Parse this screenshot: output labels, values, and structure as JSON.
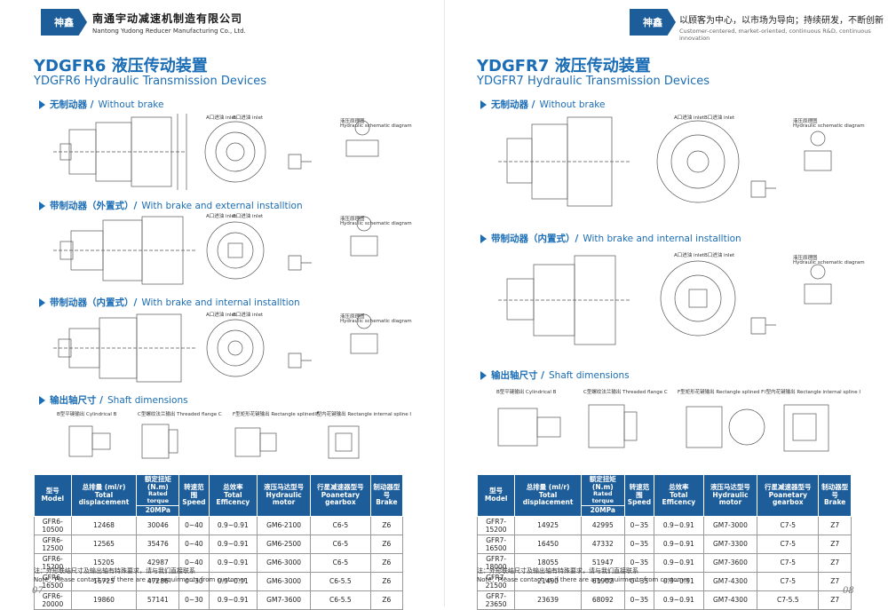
{
  "left": {
    "logo_text": "神鑫",
    "company_cn": "南通宇动减速机制造有限公司",
    "company_en": "Nantong Yudong Reducer Manufacturing Co., Ltd.",
    "title": "YDGFR6 液压传动装置",
    "subtitle": "YDGFR6 Hydraulic Transmission Devices",
    "sections": [
      {
        "cn": "无制动器 /",
        "en": " Without brake"
      },
      {
        "cn": "带制动器（外置式）/",
        "en": " With brake and external installtion"
      },
      {
        "cn": "带制动器（内置式）/",
        "en": " With brake and internal installtion"
      },
      {
        "cn": "输出轴尺寸 /",
        "en": " Shaft dimensions"
      }
    ],
    "drawing_labels": {
      "a_inlet": "A口进油 inlet",
      "b_inlet": "B口进油 inlet",
      "schematic_cn": "液压原理图",
      "schematic_en": "Hydraulic schematic diagram"
    },
    "shaft_labels": [
      "B型平键输出 Cylindrical B",
      "C型螺纹法兰输出 Threaded flange C",
      "F型矩形花键输出 Rectangle splined F",
      "I型内花键输出 Rectangle internal spline I"
    ],
    "table": {
      "headers": [
        {
          "cn": "型号",
          "en": "Model"
        },
        {
          "cn": "总排量 (ml/r)",
          "en": "Total displacement"
        },
        {
          "cn": "额定扭矩 (N.m)",
          "en": "Rated torque",
          "sub": "20MPa"
        },
        {
          "cn": "转速范围",
          "en": "Speed"
        },
        {
          "cn": "总效率",
          "en": "Total Efficency"
        },
        {
          "cn": "液压马达型号",
          "en": "Hydraulic motor"
        },
        {
          "cn": "行星减速器型号",
          "en": "Poanetary gearbox"
        },
        {
          "cn": "制动器型号",
          "en": "Brake"
        }
      ],
      "rows": [
        [
          "GFR6-10500",
          "12468",
          "30046",
          "0~40",
          "0.9~0.91",
          "GM6-2100",
          "C6-5",
          "Z6"
        ],
        [
          "GFR6-12500",
          "12565",
          "35476",
          "0~40",
          "0.9~0.91",
          "GM6-2500",
          "C6-5",
          "Z6"
        ],
        [
          "GFR6-15200",
          "15205",
          "42987",
          "0~40",
          "0.9~0.91",
          "GM6-3000",
          "C6-5",
          "Z6"
        ],
        [
          "GFR6-16500",
          "16725",
          "47286",
          "0~30",
          "0.9~0.91",
          "GM6-3000",
          "C6-5.5",
          "Z6"
        ],
        [
          "GFR6-20000",
          "19860",
          "57141",
          "0~30",
          "0.9~0.91",
          "GM7-3600",
          "C6-5.5",
          "Z6"
        ]
      ]
    },
    "note_cn": "注：外形联结尺寸及输出轴有特殊要求，请与我们直接联系",
    "note_en": "Note：Please contact us if there are any requirments from customer",
    "page_no": "07"
  },
  "right": {
    "logo_text": "神鑫",
    "slogan_cn": "以顾客为中心，以市场为导向；持续研发，不断创新",
    "slogan_en": "Customer-centered, market-oriented, continuous R&D, continuous innovation",
    "title": "YDGFR7 液压传动装置",
    "subtitle": "YDGFR7 Hydraulic Transmission Devices",
    "sections": [
      {
        "cn": "无制动器 /",
        "en": " Without brake"
      },
      {
        "cn": "带制动器（内置式）/",
        "en": " With brake and internal installtion"
      },
      {
        "cn": "输出轴尺寸 /",
        "en": " Shaft dimensions"
      }
    ],
    "drawing_labels": {
      "a_inlet": "A口进油 inlet",
      "b_inlet": "B口进油 inlet",
      "schematic_cn": "液压原理图",
      "schematic_en": "Hydraulic schematic diagram"
    },
    "shaft_labels": [
      "B型平键输出 Cylindrical B",
      "C型螺纹法兰输出 Threaded flange C",
      "F型矩形花键输出 Rectangle splined F",
      "I型内花键输出 Rectangle internal spline I"
    ],
    "table": {
      "headers": [
        {
          "cn": "型号",
          "en": "Model"
        },
        {
          "cn": "总排量 (ml/r)",
          "en": "Total displacement"
        },
        {
          "cn": "额定扭矩 (N.m)",
          "en": "Rated torque",
          "sub": "20MPa"
        },
        {
          "cn": "转速范围",
          "en": "Speed"
        },
        {
          "cn": "总效率",
          "en": "Total Efficency"
        },
        {
          "cn": "液压马达型号",
          "en": "Hydraulic motor"
        },
        {
          "cn": "行星减速器型号",
          "en": "Poanetary gearbox"
        },
        {
          "cn": "制动器型号",
          "en": "Brake"
        }
      ],
      "rows": [
        [
          "GFR7-15200",
          "14925",
          "42995",
          "0~35",
          "0.9~0.91",
          "GM7-3000",
          "C7-5",
          "Z7"
        ],
        [
          "GFR7-16500",
          "16450",
          "47332",
          "0~35",
          "0.9~0.91",
          "GM7-3300",
          "C7-5",
          "Z7"
        ],
        [
          "GFR7-18000",
          "18055",
          "51947",
          "0~35",
          "0.9~0.91",
          "GM7-3600",
          "C7-5",
          "Z7"
        ],
        [
          "GFR7-21500",
          "21490",
          "61902",
          "0~35",
          "0.9~0.91",
          "GM7-4300",
          "C7-5",
          "Z7"
        ],
        [
          "GFR7-23650",
          "23639",
          "68092",
          "0~35",
          "0.9~0.91",
          "GM7-4300",
          "C7-5.5",
          "Z7"
        ]
      ]
    },
    "note_cn": "注：外形联结尺寸及输出轴有特殊要求，请与我们直接联系",
    "note_en": "Note：Please contact us if there are any requirments from customer",
    "page_no": "08"
  }
}
